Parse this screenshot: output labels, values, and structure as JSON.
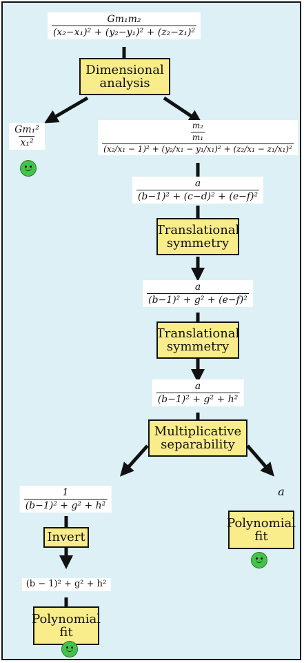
{
  "nodes": {
    "f0": {
      "num": "Gm₁m₂",
      "den": "(x₂−x₁)² + (y₂−y₁)² + (z₂−z₁)²"
    },
    "f1": {
      "num": "Gm₁²",
      "den": "x₁²"
    },
    "f2": {
      "num_top": "m₂",
      "num_bot": "m₁",
      "den": "(x₂/x₁ − 1)² + (y₂/x₁ − y₁/x₁)² + (z₂/x₁ − z₁/x₁)²"
    },
    "f3": {
      "num": "a",
      "den": "(b−1)² + (c−d)² + (e−f)²"
    },
    "f4": {
      "num": "a",
      "den": "(b−1)² + g² + (e−f)²"
    },
    "f5": {
      "num": "a",
      "den": "(b−1)² + g² + h²"
    },
    "f6": {
      "num": "1",
      "den": "(b−1)² + g² + h²"
    },
    "f7": {
      "text": "a"
    },
    "f8": {
      "text": "(b − 1)² + g² + h²"
    }
  },
  "boxes": {
    "b1": [
      "Dimensional",
      "analysis"
    ],
    "b2": [
      "Translational",
      "symmetry"
    ],
    "b3": [
      "Translational",
      "symmetry"
    ],
    "b4": [
      "Multiplicative",
      "separability"
    ],
    "b5": [
      "Invert"
    ],
    "b6": [
      "Polynomial",
      "fit"
    ],
    "b7": [
      "Polynomial",
      "fit"
    ]
  },
  "colors": {
    "background": "#dcf0f6",
    "box_fill": "#f9ec8b",
    "smiley": "#45c24a"
  }
}
